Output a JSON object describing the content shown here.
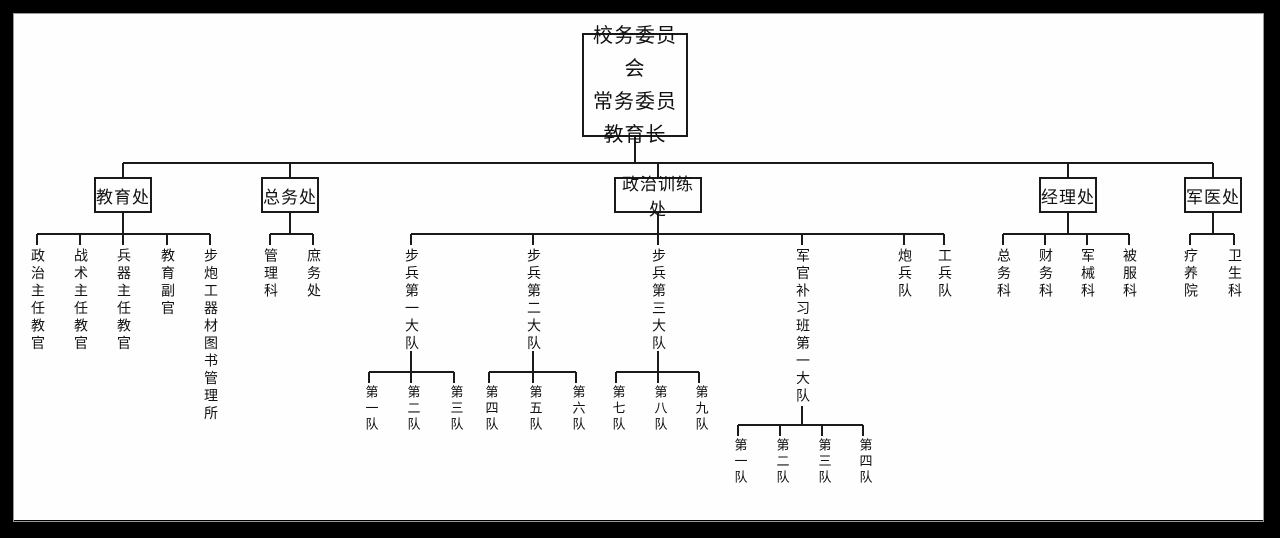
{
  "colors": {
    "background": "#fefefe",
    "frame": "#000000",
    "line": "#1a1a1a",
    "text": "#111111"
  },
  "org": {
    "root": {
      "lines": [
        "校务委员会",
        "常务委员",
        "教育长"
      ]
    },
    "departments": [
      {
        "name": "教育处",
        "children": [
          "政治主任教官",
          "战术主任教官",
          "兵器主任教官",
          "教育副官",
          "步炮工器材图书管理所"
        ]
      },
      {
        "name": "总务处",
        "children": [
          "管理科",
          "庶务处"
        ]
      },
      {
        "name": "政治训练处",
        "children": [
          {
            "name": "步兵第一大队",
            "children": [
              "第一队",
              "第二队",
              "第三队"
            ]
          },
          {
            "name": "步兵第二大队",
            "children": [
              "第四队",
              "第五队",
              "第六队"
            ]
          },
          {
            "name": "步兵第三大队",
            "children": [
              "第七队",
              "第八队",
              "第九队"
            ]
          },
          {
            "name": "军官补习班第一大队",
            "children": [
              "第一队",
              "第二队",
              "第三队",
              "第四队"
            ]
          },
          {
            "name": "炮兵队"
          },
          {
            "name": "工兵队"
          }
        ]
      },
      {
        "name": "经理处",
        "children": [
          "总务科",
          "财务科",
          "军械科",
          "被服科"
        ]
      },
      {
        "name": "军医处",
        "children": [
          "疗养院",
          "卫生科"
        ]
      }
    ]
  }
}
